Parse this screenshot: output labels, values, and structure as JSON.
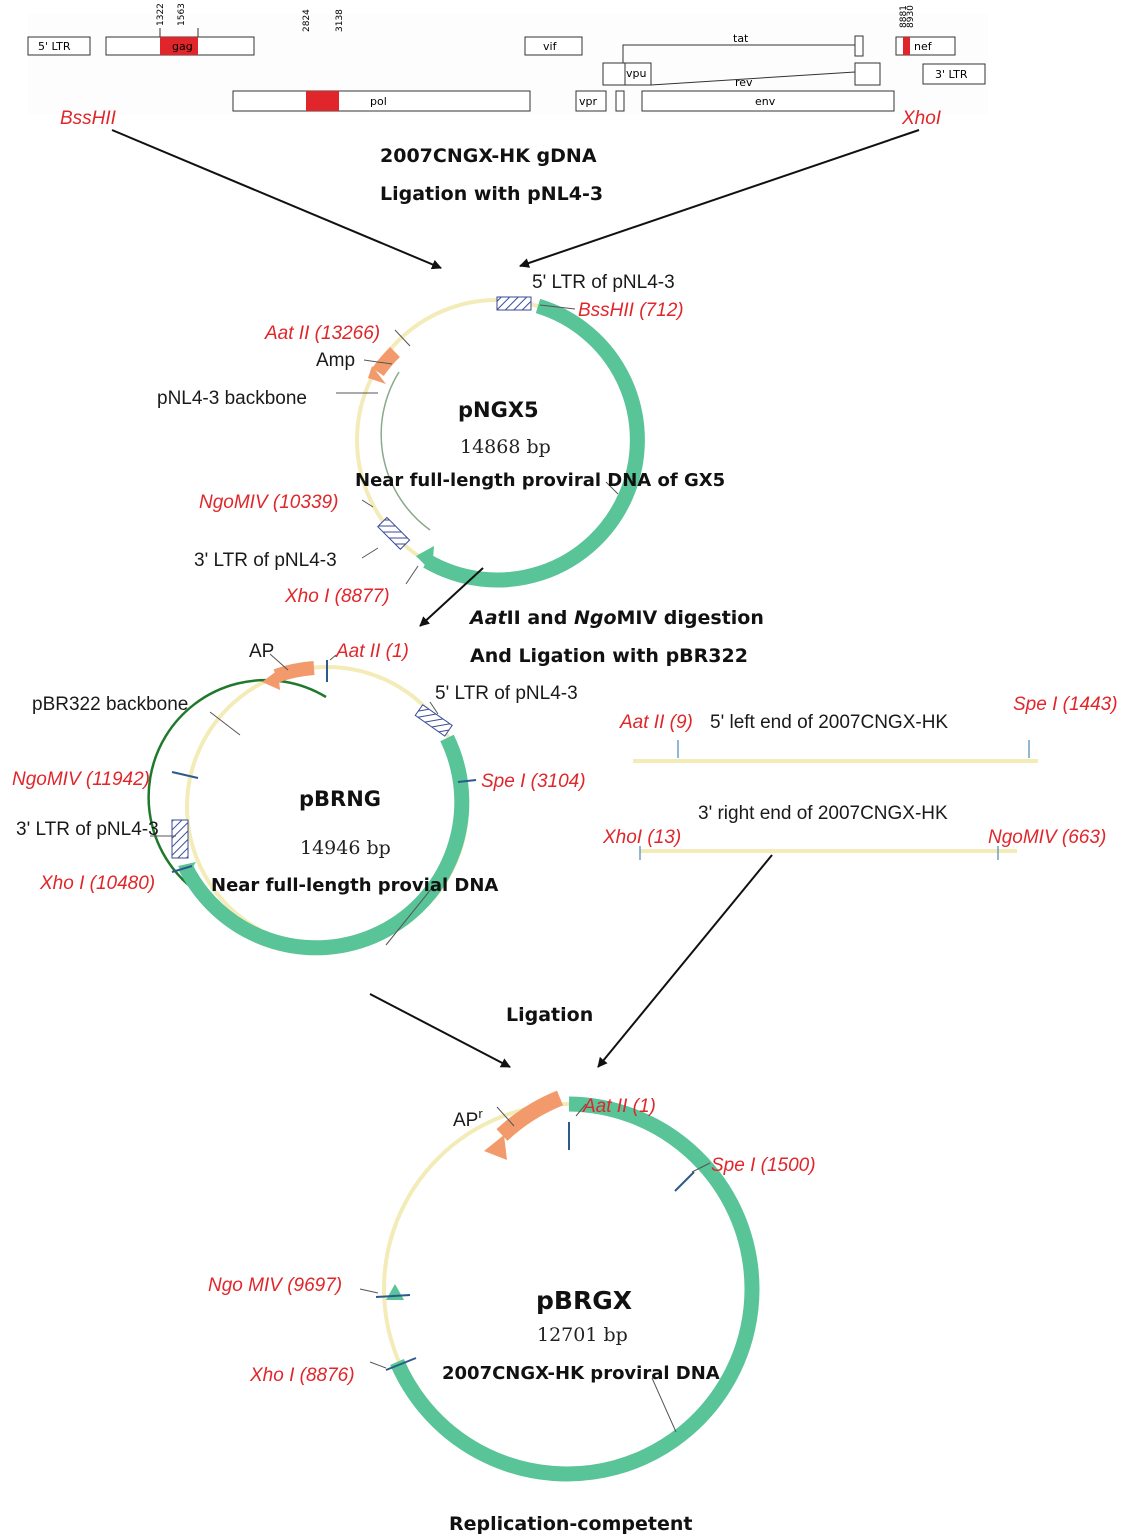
{
  "genome_map": {
    "ltr5": "5' LTR",
    "gag": "gag",
    "pol": "pol",
    "vif": "vif",
    "vpr": "vpr",
    "vpu": "vpu",
    "tat": "tat",
    "rev": "rev",
    "env": "env",
    "nef": "nef",
    "ltr3": "3' LTR",
    "positions": [
      "1322",
      "1563",
      "2824",
      "3138",
      "8881",
      "8930"
    ],
    "left_site": "BssHII",
    "right_site": "XhoI"
  },
  "step1": {
    "line1": "2007CNGX-HK gDNA",
    "line2": "Ligation with pNL4-3"
  },
  "pngx5": {
    "name": "pNGX5",
    "size": "14868 bp",
    "desc": "Near full-length proviral DNA of GX5",
    "ltr5": "5' LTR of pNL4-3",
    "bsshii": "BssHII (712)",
    "aatii": "Aat II (13266)",
    "amp": "Amp",
    "backbone": "pNL4-3 backbone",
    "ngomiv": "NgoMIV (10339)",
    "ltr3": "3' LTR of pNL4-3",
    "xhoi": "Xho I (8877)"
  },
  "step2": {
    "line1_italic": "Aat",
    "line1_rest": "II and ",
    "line1_italic2": "Ngo",
    "line1_rest2": "MIV digestion",
    "line2": "And Ligation with pBR322"
  },
  "pbrng": {
    "name": "pBRNG",
    "size": "14946 bp",
    "desc": "Near full-length provial DNA",
    "ap": "AP",
    "aatii": "Aat II (1)",
    "backbone": "pBR322 backbone",
    "ltr5": "5' LTR of pNL4-3",
    "spei": "Spe I (3104)",
    "ngomiv": "NgoMIV (11942)",
    "ltr3": "3' LTR of pNL4-3",
    "xhoi": "Xho I (10480)"
  },
  "fragments": {
    "left_aat": "Aat II (9)",
    "left_label": "5' left end of 2007CNGX-HK",
    "left_spe": "Spe I (1443)",
    "right_label": "3' right end of 2007CNGX-HK",
    "right_xho": "XhoI (13)",
    "right_ngo": "NgoMIV (663)"
  },
  "step3": {
    "label": "Ligation"
  },
  "pbrgx": {
    "name": "pBRGX",
    "size": "12701 bp",
    "desc": "2007CNGX-HK proviral DNA",
    "ap": "AP",
    "ap_sup": "r",
    "aatii": "Aat II (1)",
    "spei": "Spe  I (1500)",
    "ngomiv": "Ngo MIV (9697)",
    "xhoi": "Xho I (8876)"
  },
  "footer": {
    "label": "Replication-competent"
  },
  "colors": {
    "red": "#e0262a",
    "green": "#58c497",
    "yellow": "#f3ecb8",
    "salmon": "#f29a6c",
    "tick": "#2c5a8c"
  }
}
